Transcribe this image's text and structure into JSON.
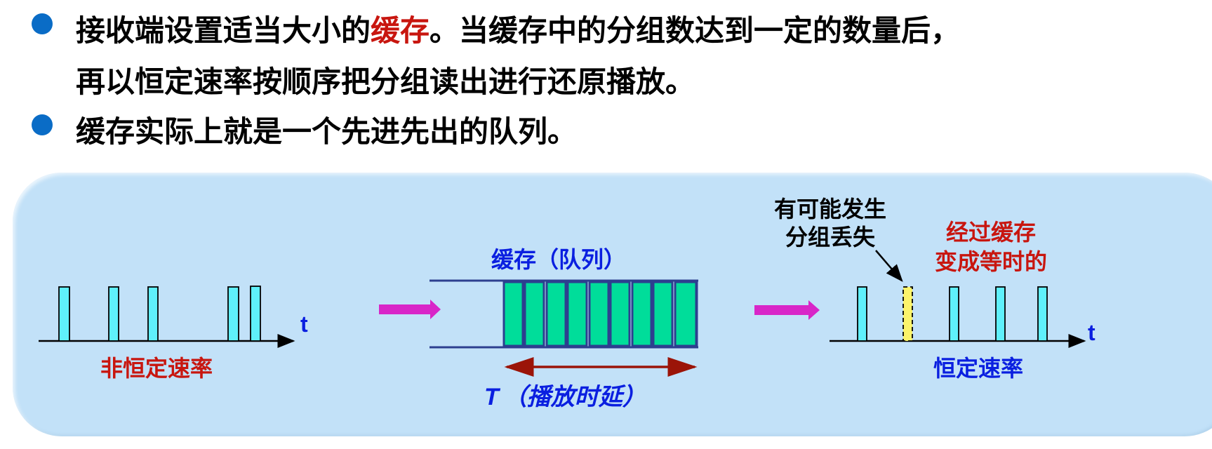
{
  "bullets": [
    {
      "lines": [
        {
          "segments": [
            {
              "text": "接收端设置适当大小的",
              "style": "normal"
            },
            {
              "text": "缓存",
              "style": "red"
            },
            {
              "text": "。当缓存中的分组数达到一定的数量后，",
              "style": "normal"
            }
          ]
        },
        {
          "segments": [
            {
              "text": "再以恒定速率按顺序把分组读出进行还原播放。",
              "style": "normal"
            }
          ]
        }
      ]
    },
    {
      "lines": [
        {
          "segments": [
            {
              "text": "缓存实际上就是一个先进先出的队列。",
              "style": "normal"
            }
          ]
        }
      ]
    }
  ],
  "diagram": {
    "input_stream": {
      "label": "非恒定速率",
      "axis_label": "t",
      "packets_x": [
        84,
        155,
        211,
        325,
        357
      ]
    },
    "buffer": {
      "title": "缓存（队列）",
      "cell_count": 9,
      "delay_label_T": "T",
      "delay_label_text": "（播放时延）"
    },
    "output_stream": {
      "label": "恒定速率",
      "axis_label": "t",
      "packets_x": [
        1222,
        1287,
        1353,
        1419,
        1479
      ],
      "lost_packet_index": 1,
      "loss_note_line1": "有可能发生",
      "loss_note_line2": "分组丢失",
      "isochronous_note_line1": "经过缓存",
      "isochronous_note_line2": "变成等时的"
    },
    "colors": {
      "panel_bg": "#c2e1f8",
      "packet_fill": "#5ff0fb",
      "lost_packet_fill": "#fbf36a",
      "buffer_cell_fill": "#00dd9a",
      "buffer_border": "#2d3f8f",
      "flow_arrow": "#d826c8",
      "delay_arrow": "#9b1408",
      "red_text": "#c8160f",
      "blue_text": "#0a1fe0",
      "bullet": "#0a6cc6"
    }
  }
}
